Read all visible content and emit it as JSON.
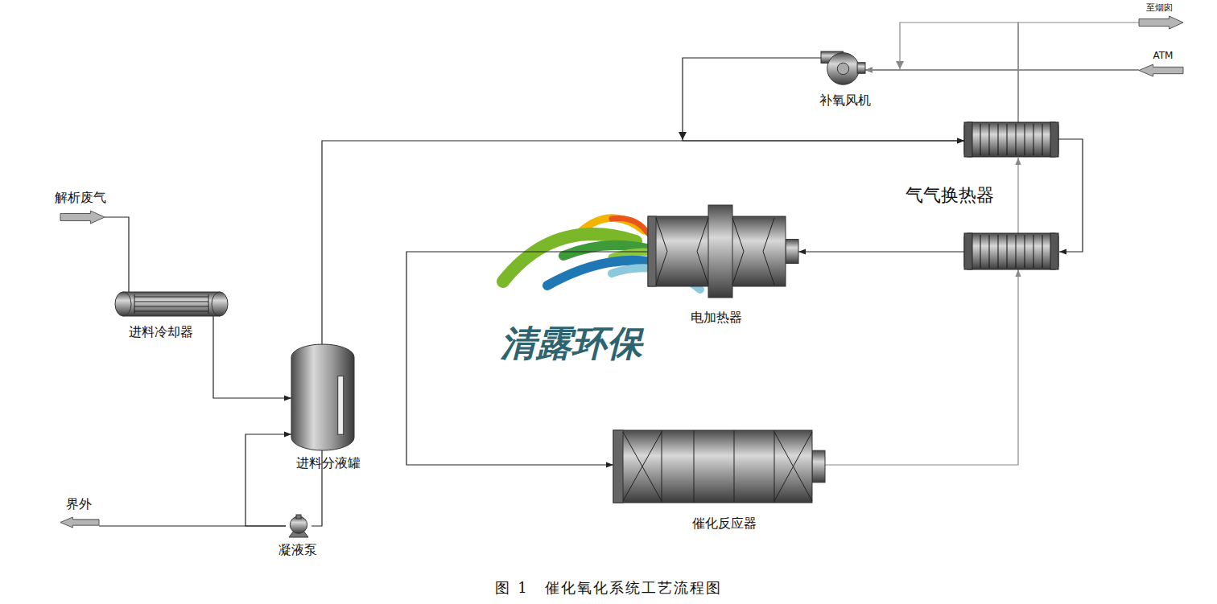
{
  "diagram": {
    "caption": "图 1　催化氧化系统工艺流程图",
    "nodes": [
      {
        "text": [
          "解析废气"
        ]
      },
      {
        "text": [
          "进料冷却器"
        ]
      },
      {
        "text": [
          "进料分液罐"
        ]
      },
      {
        "text": [
          "凝液泵"
        ]
      },
      {
        "text": [
          "界外"
        ]
      },
      {
        "text": [
          "至烟囱"
        ]
      },
      {
        "text": [
          "ATM"
        ]
      },
      {
        "text": [
          "补氧风机"
        ]
      },
      {
        "text": [
          "气气换热器"
        ]
      },
      {
        "text": [
          "电加热器"
        ]
      },
      {
        "text": [
          "催化反应器"
        ]
      }
    ],
    "edges": [
      {
        "from": 0,
        "to": 1,
        "arrow": "none"
      },
      {
        "from": 1,
        "to": 2,
        "arrow": "to"
      },
      {
        "from": 2,
        "to": 3,
        "arrow": "none"
      },
      {
        "from": 3,
        "to": 2,
        "arrow": "to"
      },
      {
        "from": 3,
        "to": 4,
        "arrow": "none"
      },
      {
        "from": 2,
        "to": 8,
        "arrow": "to"
      },
      {
        "from": 6,
        "to": 7,
        "arrow": "to"
      },
      {
        "from": 7,
        "to": 8,
        "arrow": "to"
      },
      {
        "from": 8,
        "to": 9,
        "arrow": "to"
      },
      {
        "from": 9,
        "to": 10,
        "arrow": "to"
      },
      {
        "from": 10,
        "to": 8,
        "arrow": "to"
      },
      {
        "from": 8,
        "to": 5,
        "arrow": "none"
      },
      {
        "from": 8,
        "to": 7,
        "arrow": "to"
      }
    ],
    "labels": [
      "清露环保"
    ]
  }
}
